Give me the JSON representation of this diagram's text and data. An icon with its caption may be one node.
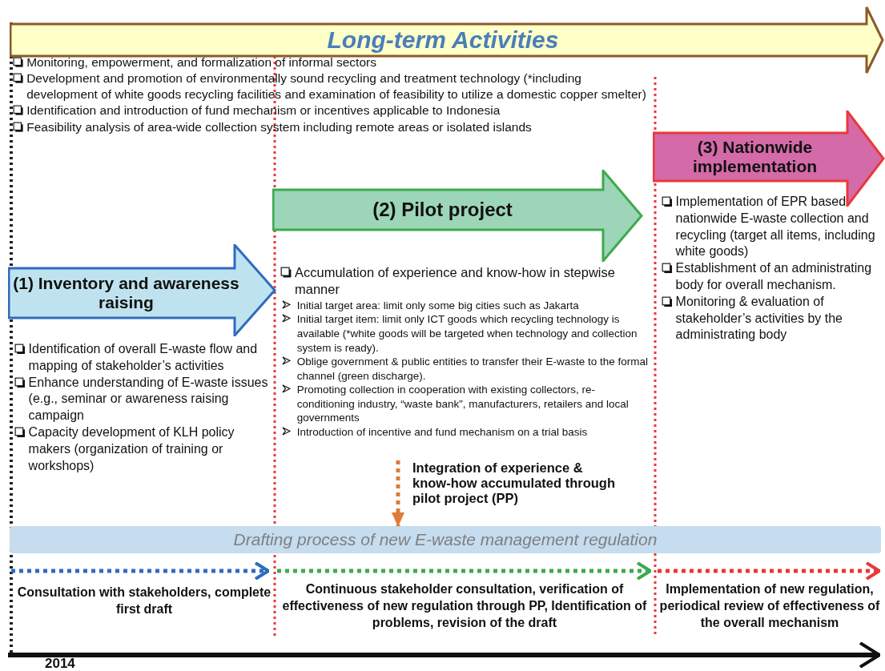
{
  "diagram": {
    "nodes": [
      {
        "text": [
          "Long-term Activities"
        ],
        "beside": [
          "Monitoring, empowerment, and formalization of informal sectors",
          "Development and promotion of environmentally sound recycling and treatment technology (*including development of white goods recycling facilities and examination of feasibility to utilize a domestic copper smelter)",
          "Identification and introduction of fund mechanism or incentives applicable to Indonesia",
          "Feasibility analysis of area-wide collection system including remote areas or isolated islands"
        ]
      },
      {
        "text": [
          "(1) Inventory and awareness raising"
        ],
        "beside": [
          "Identification of overall E-waste flow and mapping of stakeholder’s activities",
          "Enhance understanding of E-waste issues (e.g., seminar or awareness raising campaign",
          "Capacity development of KLH policy makers (organization of training or workshops)"
        ]
      },
      {
        "text": [
          "(2) Pilot project"
        ],
        "beside": [
          "Accumulation of experience and know-how in stepwise manner",
          "Initial target area: limit only some big cities such as Jakarta",
          "Initial target item: limit only ICT goods which recycling technology is available (*white goods will be targeted when technology and collection system is ready).",
          "Oblige government & public entities to transfer their E-waste to the formal channel (green discharge).",
          "Promoting collection in cooperation with existing collectors, re-conditioning industry, “waste bank”, manufacturers, retailers and local governments",
          "Introduction of incentive and fund mechanism on a trial basis"
        ]
      },
      {
        "text": [
          "(3) Nationwide implementation"
        ],
        "beside": [
          "Implementation of EPR based nationwide E-waste collection and recycling (target all items, including white goods)",
          "Establishment of an administrating body for overall mechanism.",
          "Monitoring & evaluation of stakeholder’s activities by the administrating body"
        ]
      },
      {
        "text": [
          "Drafting process of new E-waste management regulation"
        ]
      },
      {
        "text": [
          "Integration of experience & know-how accumulated through pilot project (PP)"
        ]
      }
    ],
    "edges": [
      {
        "from": 5,
        "to": 4,
        "arrow": "to",
        "style": "dashed",
        "color": "#e07b39"
      }
    ],
    "labels": [
      "Consultation with stakeholders, complete first draft",
      "Continuous stakeholder consultation, verification of effectiveness of new regulation through PP, Identification of problems, revision of the draft",
      "Implementation of new regulation, periodical review of effectiveness of the overall mechanism",
      "2014"
    ]
  }
}
